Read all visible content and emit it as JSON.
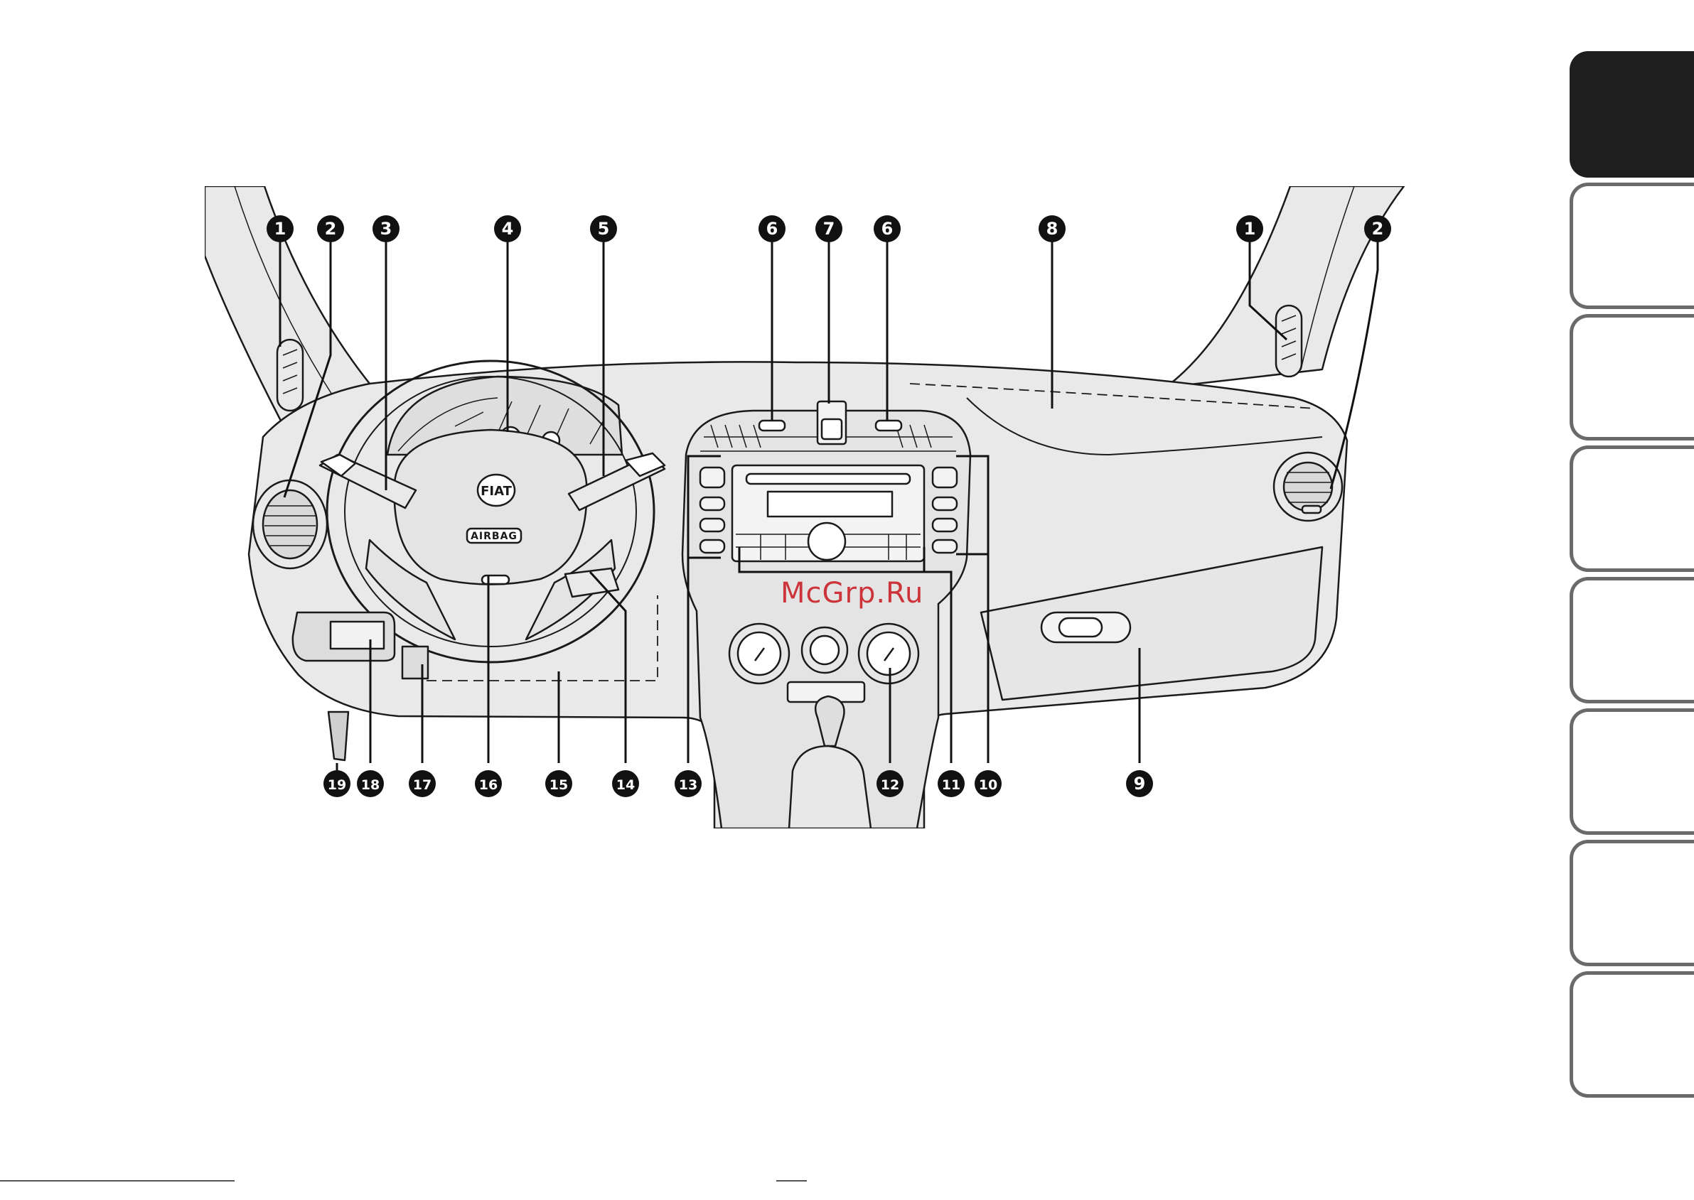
{
  "watermark": "McGrp.Ru",
  "badges": {
    "airbag": "AIRBAG",
    "logo": "FIAT"
  },
  "callouts": {
    "top": [
      "1",
      "2",
      "3",
      "4",
      "5",
      "6",
      "7",
      "6",
      "8",
      "1",
      "2"
    ],
    "bottom": [
      "19",
      "18",
      "17",
      "16",
      "15",
      "14",
      "13",
      "12",
      "11",
      "10",
      "9"
    ]
  },
  "colors": {
    "fill": "#e9e9e9",
    "line": "#1a1a1a",
    "callout": "#111111",
    "watermark": "#c8161d",
    "tab_active": "#1e1e1e",
    "tab_border": "#6a6a6a"
  },
  "side_tabs": {
    "count": 8,
    "active_index": 0
  }
}
